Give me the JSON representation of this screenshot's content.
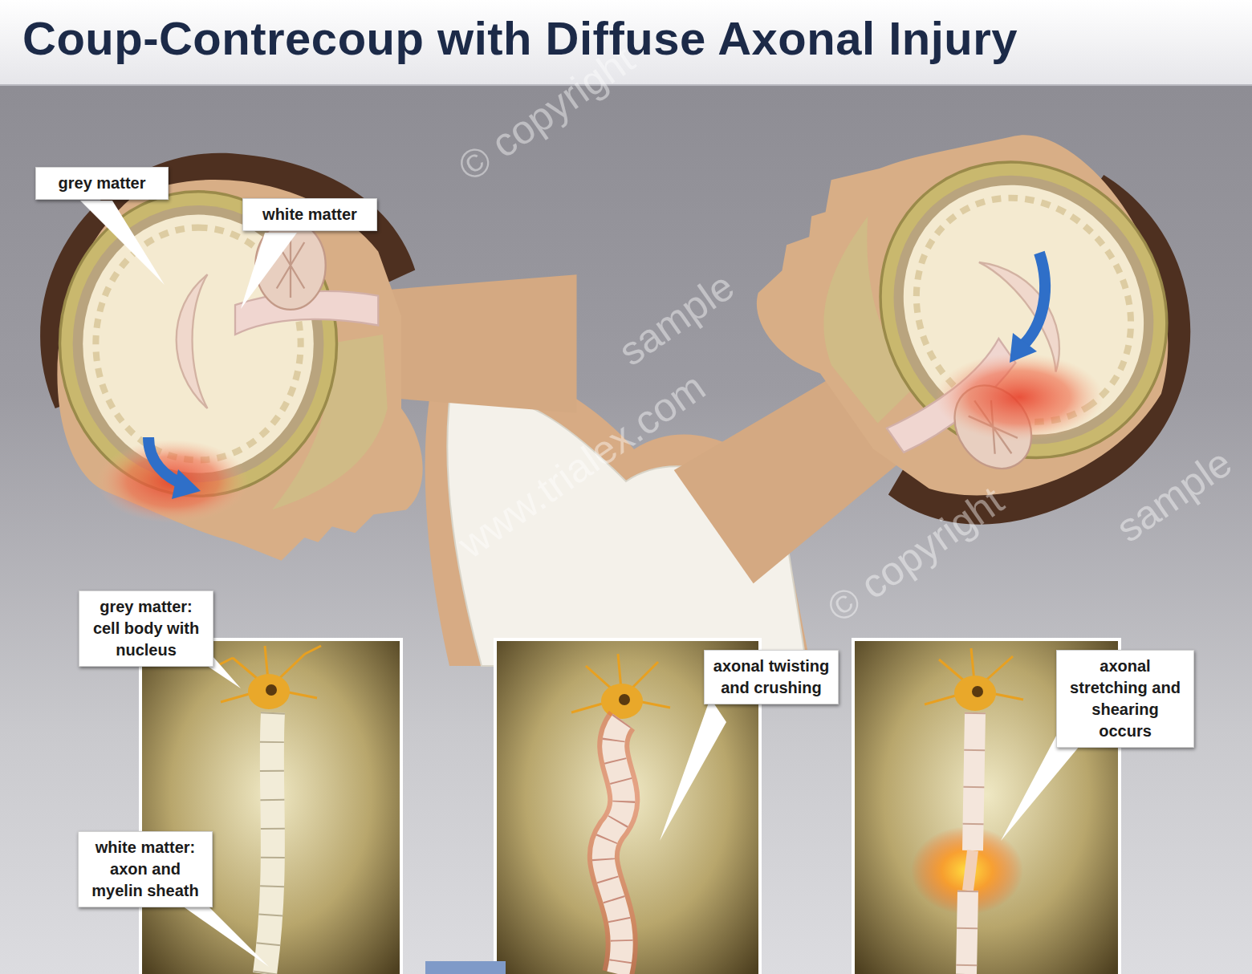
{
  "diagram": {
    "title": "Coup-Contrecoup with Diffuse Axonal Injury",
    "nodes": [
      {
        "text": [
          "grey matter"
        ]
      },
      {
        "text": [
          "white matter"
        ]
      },
      {
        "text": [
          "grey matter: cell body with nucleus"
        ]
      },
      {
        "text": [
          "white matter: axon and myelin sheath"
        ]
      },
      {
        "text": [
          "axonal twisting and crushing"
        ]
      },
      {
        "text": [
          "axonal stretching and shearing occurs"
        ]
      }
    ],
    "labels": [
      "© copyright",
      "sample",
      "www.trialex.com",
      "sample",
      "© copyright"
    ]
  }
}
